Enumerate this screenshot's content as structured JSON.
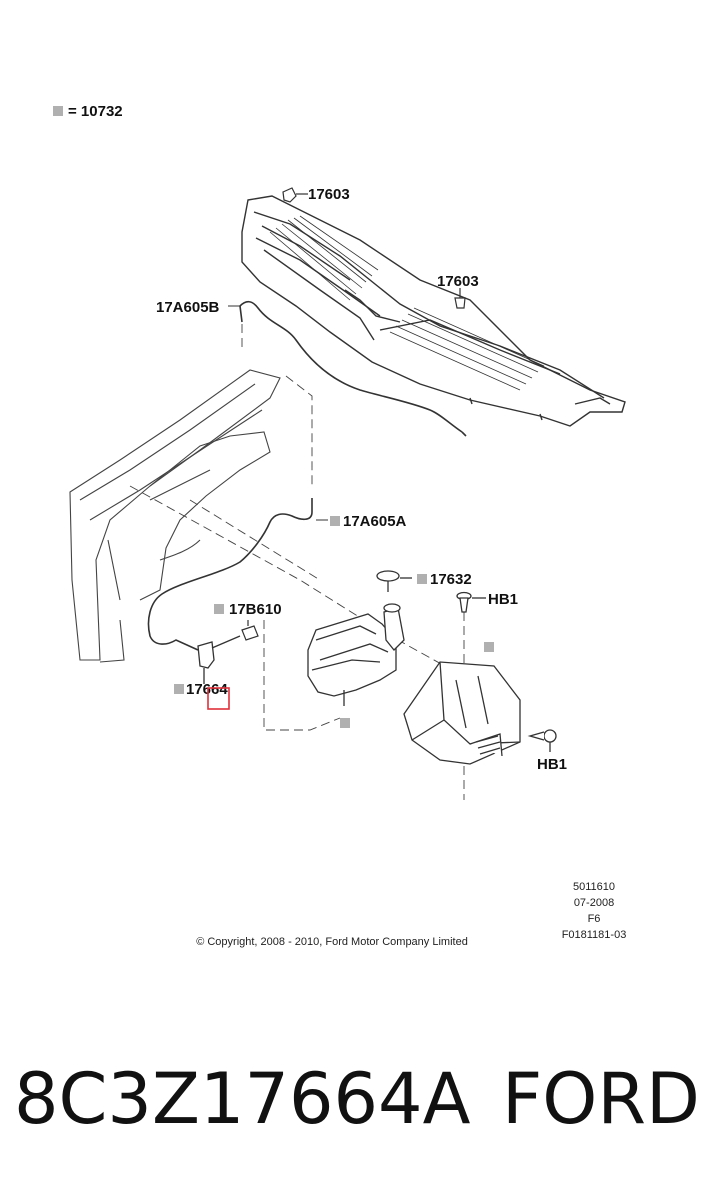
{
  "legend": {
    "text": "= 10732"
  },
  "callouts": {
    "c17603_a": "17603",
    "c17603_b": "17603",
    "c17A605B": "17A605B",
    "c17A605A": "17A605A",
    "c17632": "17632",
    "cHB1_a": "HB1",
    "c17B610": "17B610",
    "c17664": "17664",
    "cHB1_b": "HB1"
  },
  "info_block": [
    "5011610",
    "07-2008",
    "F6",
    "F0181181-03"
  ],
  "copyright": "© Copyright, 2008 - 2010, Ford Motor Company Limited",
  "caption": {
    "part_number": "8C3Z17664A",
    "brand": "FORD"
  },
  "colors": {
    "line": "#333333",
    "marker_gray": "#b0b0b0",
    "highlight": "#e0303a"
  }
}
